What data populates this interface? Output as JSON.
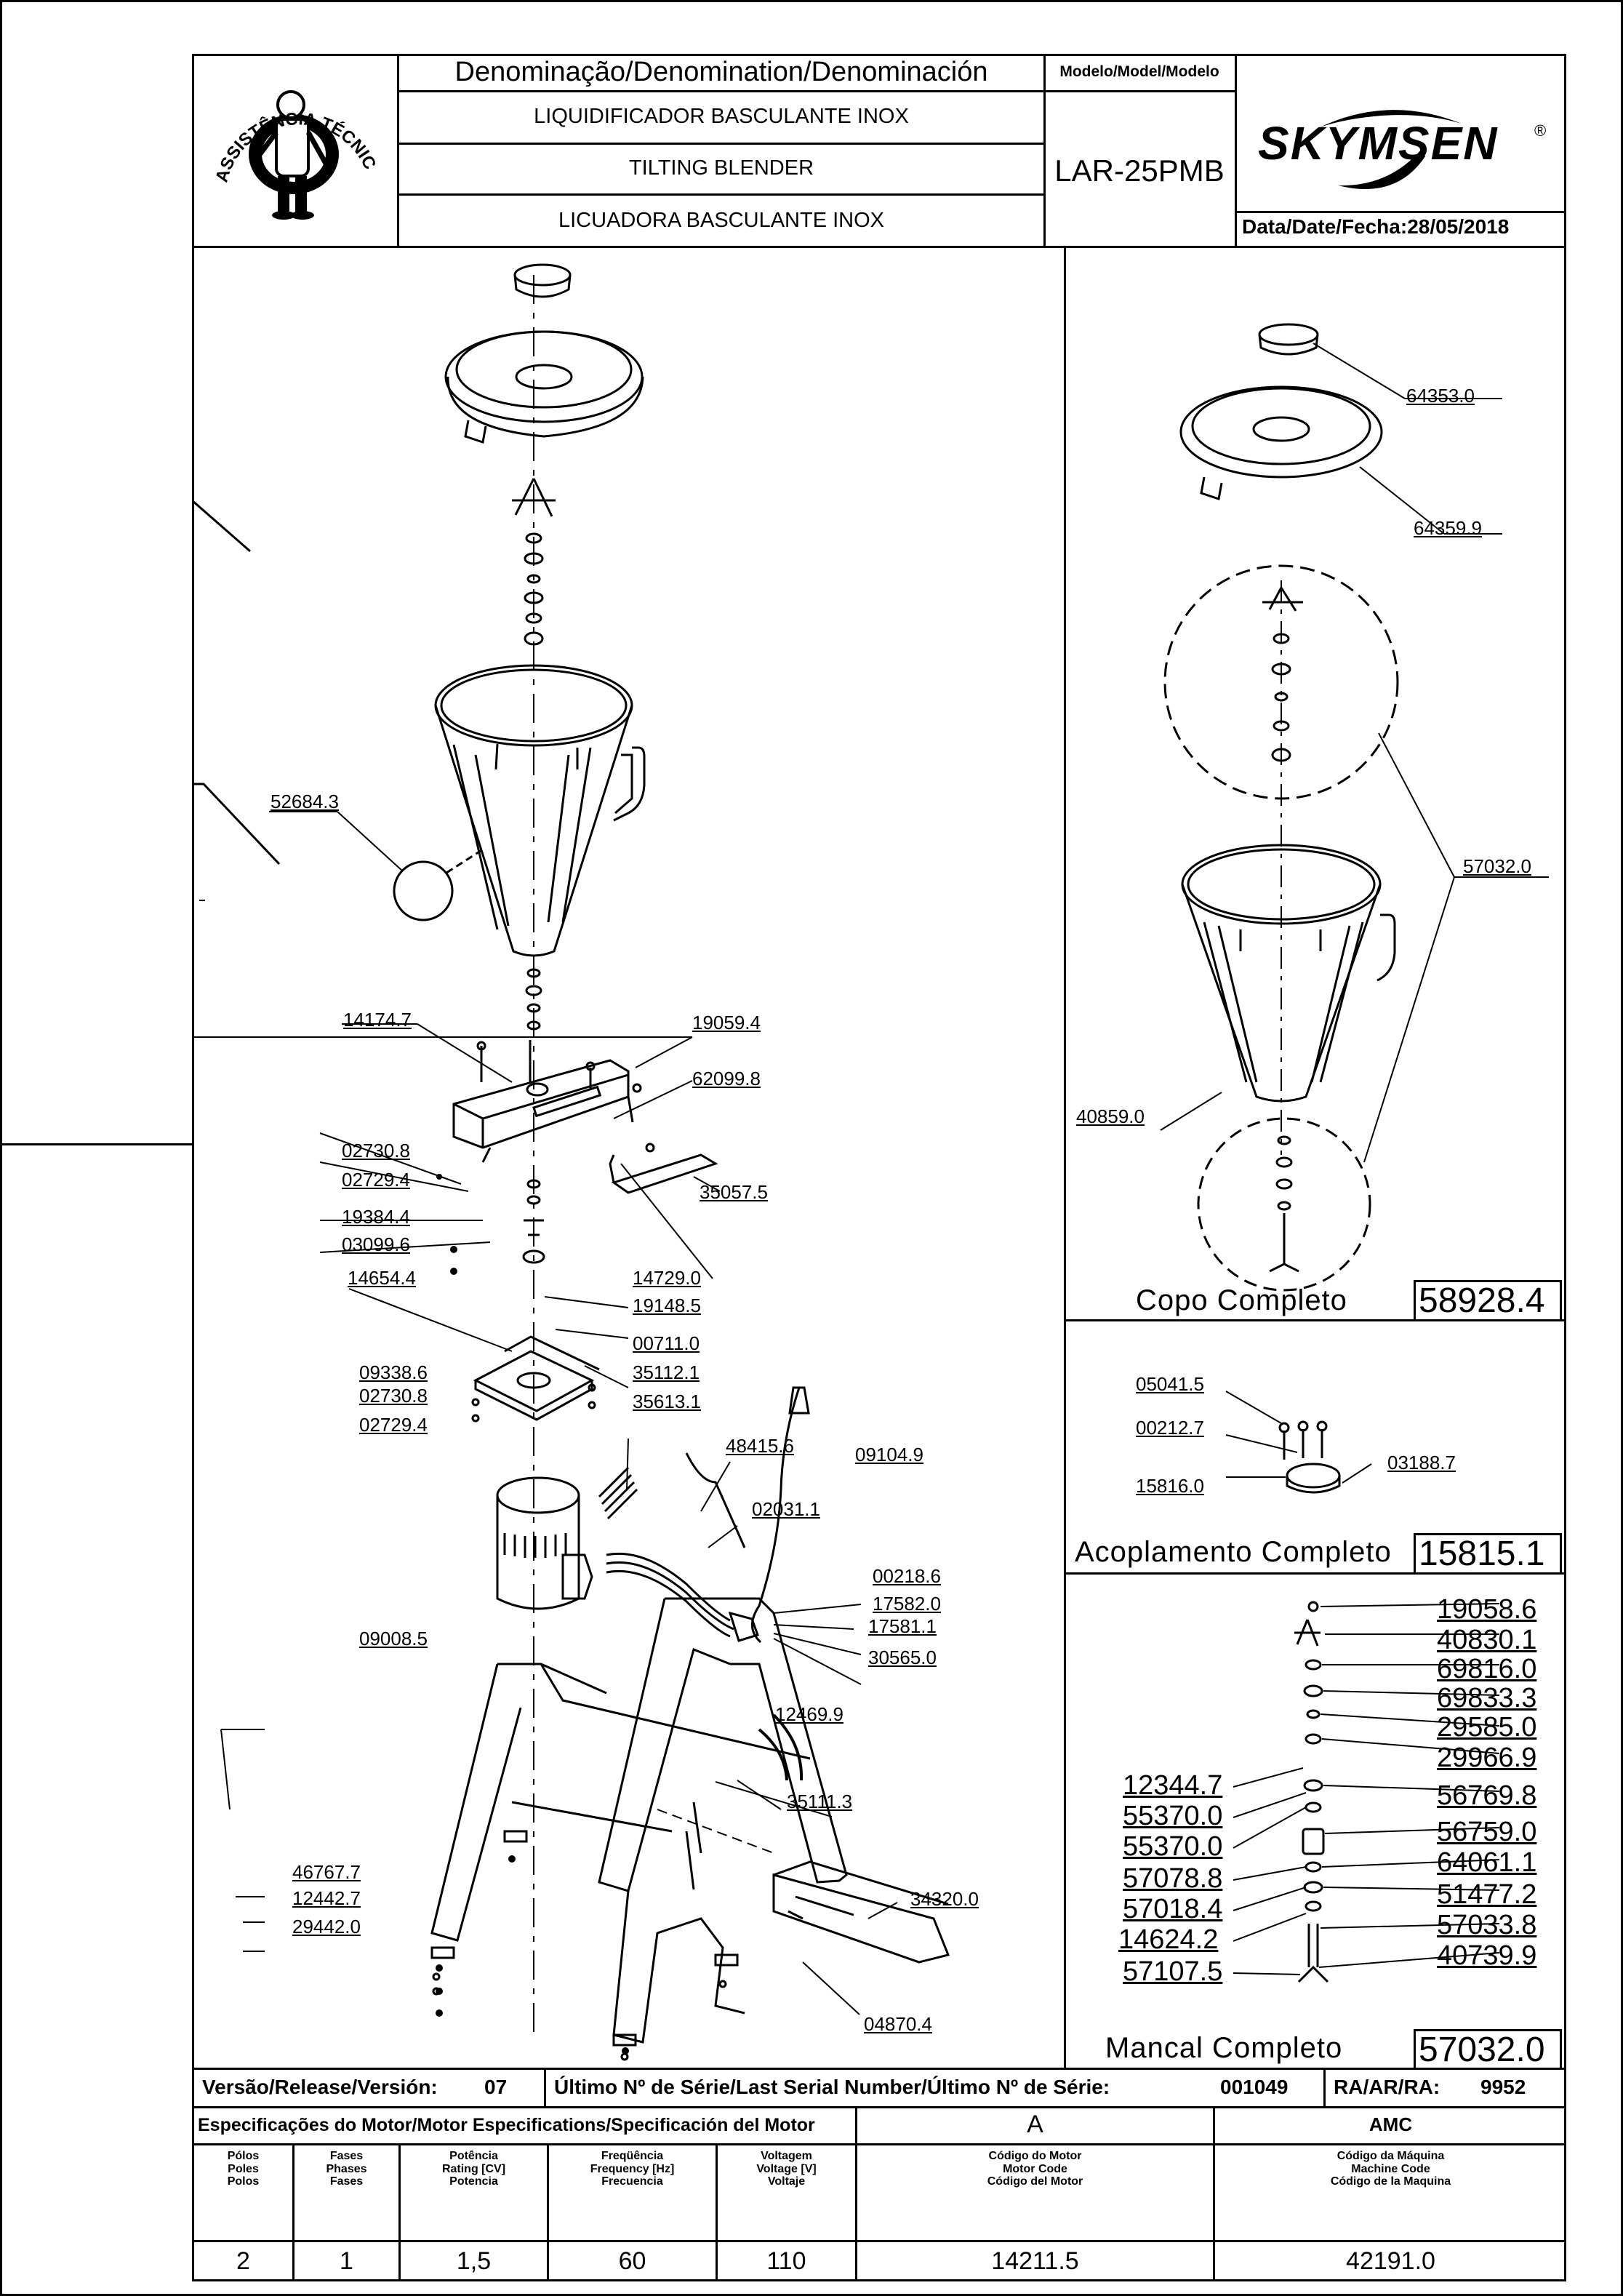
{
  "header": {
    "denomination_title": "Denominação/Denomination/Denominación",
    "model_title": "Modelo/Model/Modelo",
    "name_pt": "LIQUIDIFICADOR  BASCULANTE  INOX",
    "name_en": "TILTING  BLENDER",
    "name_es": "LICUADORA  BASCULANTE  INOX",
    "model": "LAR-25PMB",
    "brand": "SKYMSEN",
    "brand_mark": "®",
    "date_label": "Data/Date/Fecha:",
    "date": "28/05/2018",
    "seal_text": "ASSISTÊNCIA TÉCNICA AUTORIZADA"
  },
  "main_labels": [
    "52684.3",
    "14174.7",
    "19059.4",
    "62099.8",
    "02730.8",
    "02729.4",
    "35057.5",
    "19384.4",
    "03099.6",
    "14729.0",
    "14654.4",
    "19148.5",
    "00711.0",
    "09338.6",
    "35112.1",
    "02730.8",
    "02729.4",
    "35613.1",
    "48415.6",
    "09104.9",
    "02031.1",
    "00218.6",
    "17582.0",
    "17581.1",
    "09008.5",
    "30565.0",
    "12469.9",
    "35111.3",
    "46767.7",
    "12442.7",
    "29442.0",
    "34320.0",
    "04870.4"
  ],
  "cup_panel": {
    "labels": [
      "64353.0",
      "64359.9",
      "57032.0",
      "40859.0"
    ],
    "title": "Copo  Completo",
    "code": "58928.4"
  },
  "coupling_panel": {
    "labels": [
      "05041.5",
      "00212.7",
      "03188.7",
      "15816.0"
    ],
    "title": "Acoplamento  Completo",
    "code": "15815.1"
  },
  "bearing_panel": {
    "right_labels": [
      "19058.6",
      "40830.1",
      "69816.0",
      "69833.3",
      "29585.0",
      "29966.9",
      "56769.8",
      "56759.0",
      "64061.1",
      "51477.2",
      "57033.8",
      "40739.9"
    ],
    "left_labels": [
      "12344.7",
      "55370.0",
      "55370.0",
      "57078.8",
      "57018.4",
      "14624.2",
      "57107.5"
    ],
    "title": "Mancal  Completo",
    "code": "57032.0"
  },
  "footer": {
    "version_label": "Versão/Release/Versión:",
    "version": "07",
    "serial_label": "Último Nº de Série/Last Serial Number/Último Nº de Série:",
    "serial": "001049",
    "ra_label": "RA/AR/RA:",
    "ra": "9952",
    "motor_spec_label": "Especificações do Motor/Motor Especifications/Specificación del Motor",
    "col_a": "A",
    "col_amc": "AMC",
    "spec_headers": [
      "Pólos\nPoles\nPolos",
      "Fases\nPhases\nFases",
      "Potência\nRating [CV]\nPotencia",
      "Freqüência\nFrequency [Hz]\nFrecuencia",
      "Voltagem\nVoltage [V]\nVoltaje",
      "Código do Motor\nMotor Code\nCódigo del Motor",
      "Código da Máquina\nMachine Code\nCódigo de la Maquina"
    ],
    "spec_values": [
      "2",
      "1",
      "1,5",
      "60",
      "110",
      "14211.5",
      "42191.0"
    ]
  }
}
